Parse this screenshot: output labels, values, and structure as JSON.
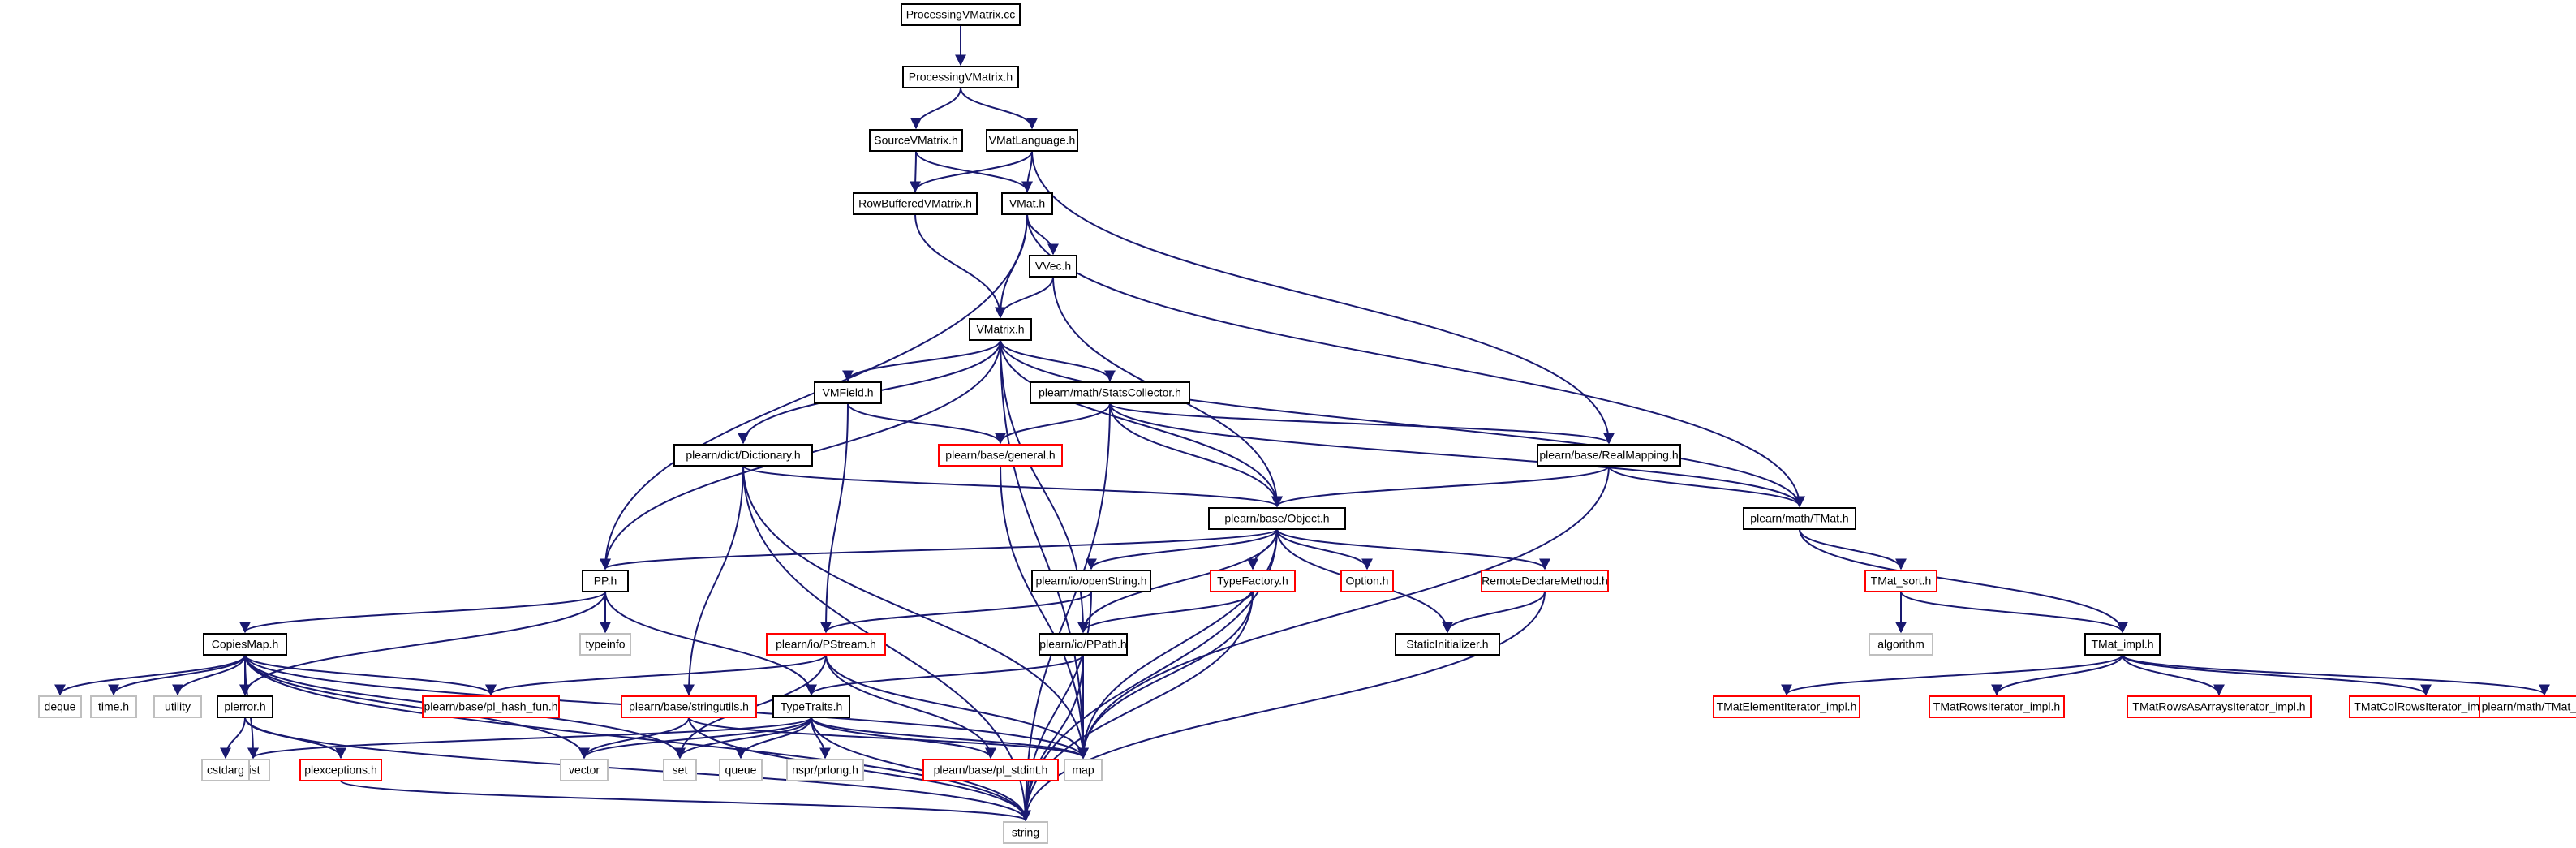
{
  "diagram": {
    "title": "ProcessingVMatrix.cc",
    "colors": {
      "edge": "#191970",
      "root_fill": "#bfbfbf",
      "normal_stroke": "#000000",
      "truncated_stroke": "#ff0000",
      "external_stroke": "#bfbfbf"
    },
    "nodes": [
      {
        "id": "n0",
        "label": "ProcessingVMatrix.cc",
        "kind": "root"
      },
      {
        "id": "n1",
        "label": "ProcessingVMatrix.h",
        "kind": "normal"
      },
      {
        "id": "n2",
        "label": "SourceVMatrix.h",
        "kind": "normal"
      },
      {
        "id": "n3",
        "label": "VMatLanguage.h",
        "kind": "normal"
      },
      {
        "id": "n4",
        "label": "RowBufferedVMatrix.h",
        "kind": "normal"
      },
      {
        "id": "n5",
        "label": "VMat.h",
        "kind": "normal"
      },
      {
        "id": "n6",
        "label": "VVec.h",
        "kind": "normal"
      },
      {
        "id": "n7",
        "label": "VMatrix.h",
        "kind": "normal"
      },
      {
        "id": "n8",
        "label": "VMField.h",
        "kind": "normal"
      },
      {
        "id": "n9",
        "label": "plearn/math/StatsCollector.h",
        "kind": "normal"
      },
      {
        "id": "n10",
        "label": "plearn/base/general.h",
        "kind": "truncated"
      },
      {
        "id": "n11",
        "label": "plearn/dict/Dictionary.h",
        "kind": "normal"
      },
      {
        "id": "n12",
        "label": "plearn/base/RealMapping.h",
        "kind": "normal"
      },
      {
        "id": "n13",
        "label": "plearn/base/Object.h",
        "kind": "normal"
      },
      {
        "id": "n14",
        "label": "plearn/math/TMat.h",
        "kind": "normal"
      },
      {
        "id": "n15",
        "label": "PP.h",
        "kind": "normal"
      },
      {
        "id": "n16",
        "label": "plearn/io/openString.h",
        "kind": "normal"
      },
      {
        "id": "n17",
        "label": "TypeFactory.h",
        "kind": "truncated"
      },
      {
        "id": "n18",
        "label": "Option.h",
        "kind": "truncated"
      },
      {
        "id": "n19",
        "label": "RemoteDeclareMethod.h",
        "kind": "truncated"
      },
      {
        "id": "n20",
        "label": "TMat_sort.h",
        "kind": "truncated"
      },
      {
        "id": "n21",
        "label": "typeinfo",
        "kind": "external"
      },
      {
        "id": "n22",
        "label": "plearn/io/PStream.h",
        "kind": "truncated"
      },
      {
        "id": "n23",
        "label": "plearn/io/PPath.h",
        "kind": "normal"
      },
      {
        "id": "n24",
        "label": "StaticInitializer.h",
        "kind": "normal"
      },
      {
        "id": "n25",
        "label": "algorithm",
        "kind": "external"
      },
      {
        "id": "n26",
        "label": "TMat_impl.h",
        "kind": "normal"
      },
      {
        "id": "n27",
        "label": "CopiesMap.h",
        "kind": "normal"
      },
      {
        "id": "n28",
        "label": "deque",
        "kind": "external"
      },
      {
        "id": "n29",
        "label": "time.h",
        "kind": "external"
      },
      {
        "id": "n30",
        "label": "utility",
        "kind": "external"
      },
      {
        "id": "n31",
        "label": "plerror.h",
        "kind": "normal"
      },
      {
        "id": "n32",
        "label": "plearn/base/pl_hash_fun.h",
        "kind": "truncated"
      },
      {
        "id": "n33",
        "label": "plearn/base/stringutils.h",
        "kind": "truncated"
      },
      {
        "id": "n34",
        "label": "TypeTraits.h",
        "kind": "normal"
      },
      {
        "id": "n35",
        "label": "TMatElementIterator_impl.h",
        "kind": "truncated"
      },
      {
        "id": "n36",
        "label": "TMatRowsIterator_impl.h",
        "kind": "truncated"
      },
      {
        "id": "n37",
        "label": "TMatRowsAsArraysIterator_impl.h",
        "kind": "truncated"
      },
      {
        "id": "n38",
        "label": "TMatColRowsIterator_impl.h",
        "kind": "truncated"
      },
      {
        "id": "n39",
        "label": "plearn/math/TMat_decl.h",
        "kind": "truncated"
      },
      {
        "id": "n40",
        "label": "list",
        "kind": "external"
      },
      {
        "id": "n41",
        "label": "cstdarg",
        "kind": "external"
      },
      {
        "id": "n42",
        "label": "plexceptions.h",
        "kind": "truncated"
      },
      {
        "id": "n43",
        "label": "vector",
        "kind": "external"
      },
      {
        "id": "n44",
        "label": "set",
        "kind": "external"
      },
      {
        "id": "n45",
        "label": "queue",
        "kind": "external"
      },
      {
        "id": "n46",
        "label": "nspr/prlong.h",
        "kind": "external"
      },
      {
        "id": "n47",
        "label": "plearn/base/pl_stdint.h",
        "kind": "truncated"
      },
      {
        "id": "n48",
        "label": "map",
        "kind": "external"
      },
      {
        "id": "n49",
        "label": "string",
        "kind": "external"
      }
    ],
    "edges": [
      [
        "n0",
        "n1"
      ],
      [
        "n1",
        "n2"
      ],
      [
        "n1",
        "n3"
      ],
      [
        "n2",
        "n4"
      ],
      [
        "n2",
        "n5"
      ],
      [
        "n3",
        "n4"
      ],
      [
        "n3",
        "n5"
      ],
      [
        "n3",
        "n12"
      ],
      [
        "n4",
        "n7"
      ],
      [
        "n5",
        "n15"
      ],
      [
        "n5",
        "n6"
      ],
      [
        "n5",
        "n7"
      ],
      [
        "n5",
        "n14"
      ],
      [
        "n6",
        "n7"
      ],
      [
        "n6",
        "n13"
      ],
      [
        "n7",
        "n8"
      ],
      [
        "n7",
        "n9"
      ],
      [
        "n7",
        "n11"
      ],
      [
        "n7",
        "n13"
      ],
      [
        "n7",
        "n14"
      ],
      [
        "n7",
        "n15"
      ],
      [
        "n7",
        "n23"
      ],
      [
        "n7",
        "n48"
      ],
      [
        "n8",
        "n10"
      ],
      [
        "n8",
        "n22"
      ],
      [
        "n9",
        "n10"
      ],
      [
        "n9",
        "n12"
      ],
      [
        "n9",
        "n13"
      ],
      [
        "n9",
        "n14"
      ],
      [
        "n9",
        "n49"
      ],
      [
        "n10",
        "n48"
      ],
      [
        "n11",
        "n13"
      ],
      [
        "n11",
        "n33"
      ],
      [
        "n11",
        "n48"
      ],
      [
        "n11",
        "n49"
      ],
      [
        "n12",
        "n13"
      ],
      [
        "n12",
        "n14"
      ],
      [
        "n12",
        "n48"
      ],
      [
        "n13",
        "n15"
      ],
      [
        "n13",
        "n16"
      ],
      [
        "n13",
        "n17"
      ],
      [
        "n13",
        "n18"
      ],
      [
        "n13",
        "n19"
      ],
      [
        "n13",
        "n24"
      ],
      [
        "n13",
        "n23"
      ],
      [
        "n13",
        "n48"
      ],
      [
        "n13",
        "n49"
      ],
      [
        "n14",
        "n20"
      ],
      [
        "n14",
        "n26"
      ],
      [
        "n15",
        "n21"
      ],
      [
        "n15",
        "n27"
      ],
      [
        "n15",
        "n31"
      ],
      [
        "n15",
        "n34"
      ],
      [
        "n16",
        "n22"
      ],
      [
        "n16",
        "n49"
      ],
      [
        "n17",
        "n23"
      ],
      [
        "n17",
        "n48"
      ],
      [
        "n17",
        "n49"
      ],
      [
        "n19",
        "n24"
      ],
      [
        "n19",
        "n49"
      ],
      [
        "n20",
        "n25"
      ],
      [
        "n20",
        "n26"
      ],
      [
        "n22",
        "n32"
      ],
      [
        "n22",
        "n44"
      ],
      [
        "n22",
        "n47"
      ],
      [
        "n22",
        "n48"
      ],
      [
        "n23",
        "n34"
      ],
      [
        "n23",
        "n48"
      ],
      [
        "n23",
        "n49"
      ],
      [
        "n26",
        "n35"
      ],
      [
        "n26",
        "n36"
      ],
      [
        "n26",
        "n37"
      ],
      [
        "n26",
        "n38"
      ],
      [
        "n26",
        "n39"
      ],
      [
        "n27",
        "n28"
      ],
      [
        "n27",
        "n29"
      ],
      [
        "n27",
        "n30"
      ],
      [
        "n27",
        "n31"
      ],
      [
        "n27",
        "n32"
      ],
      [
        "n27",
        "n40"
      ],
      [
        "n27",
        "n43"
      ],
      [
        "n27",
        "n44"
      ],
      [
        "n27",
        "n48"
      ],
      [
        "n27",
        "n49"
      ],
      [
        "n31",
        "n41"
      ],
      [
        "n31",
        "n42"
      ],
      [
        "n31",
        "n49"
      ],
      [
        "n33",
        "n43"
      ],
      [
        "n33",
        "n48"
      ],
      [
        "n33",
        "n49"
      ],
      [
        "n34",
        "n40"
      ],
      [
        "n34",
        "n43"
      ],
      [
        "n34",
        "n44"
      ],
      [
        "n34",
        "n45"
      ],
      [
        "n34",
        "n46"
      ],
      [
        "n34",
        "n47"
      ],
      [
        "n34",
        "n48"
      ],
      [
        "n34",
        "n49"
      ],
      [
        "n42",
        "n49"
      ]
    ]
  }
}
